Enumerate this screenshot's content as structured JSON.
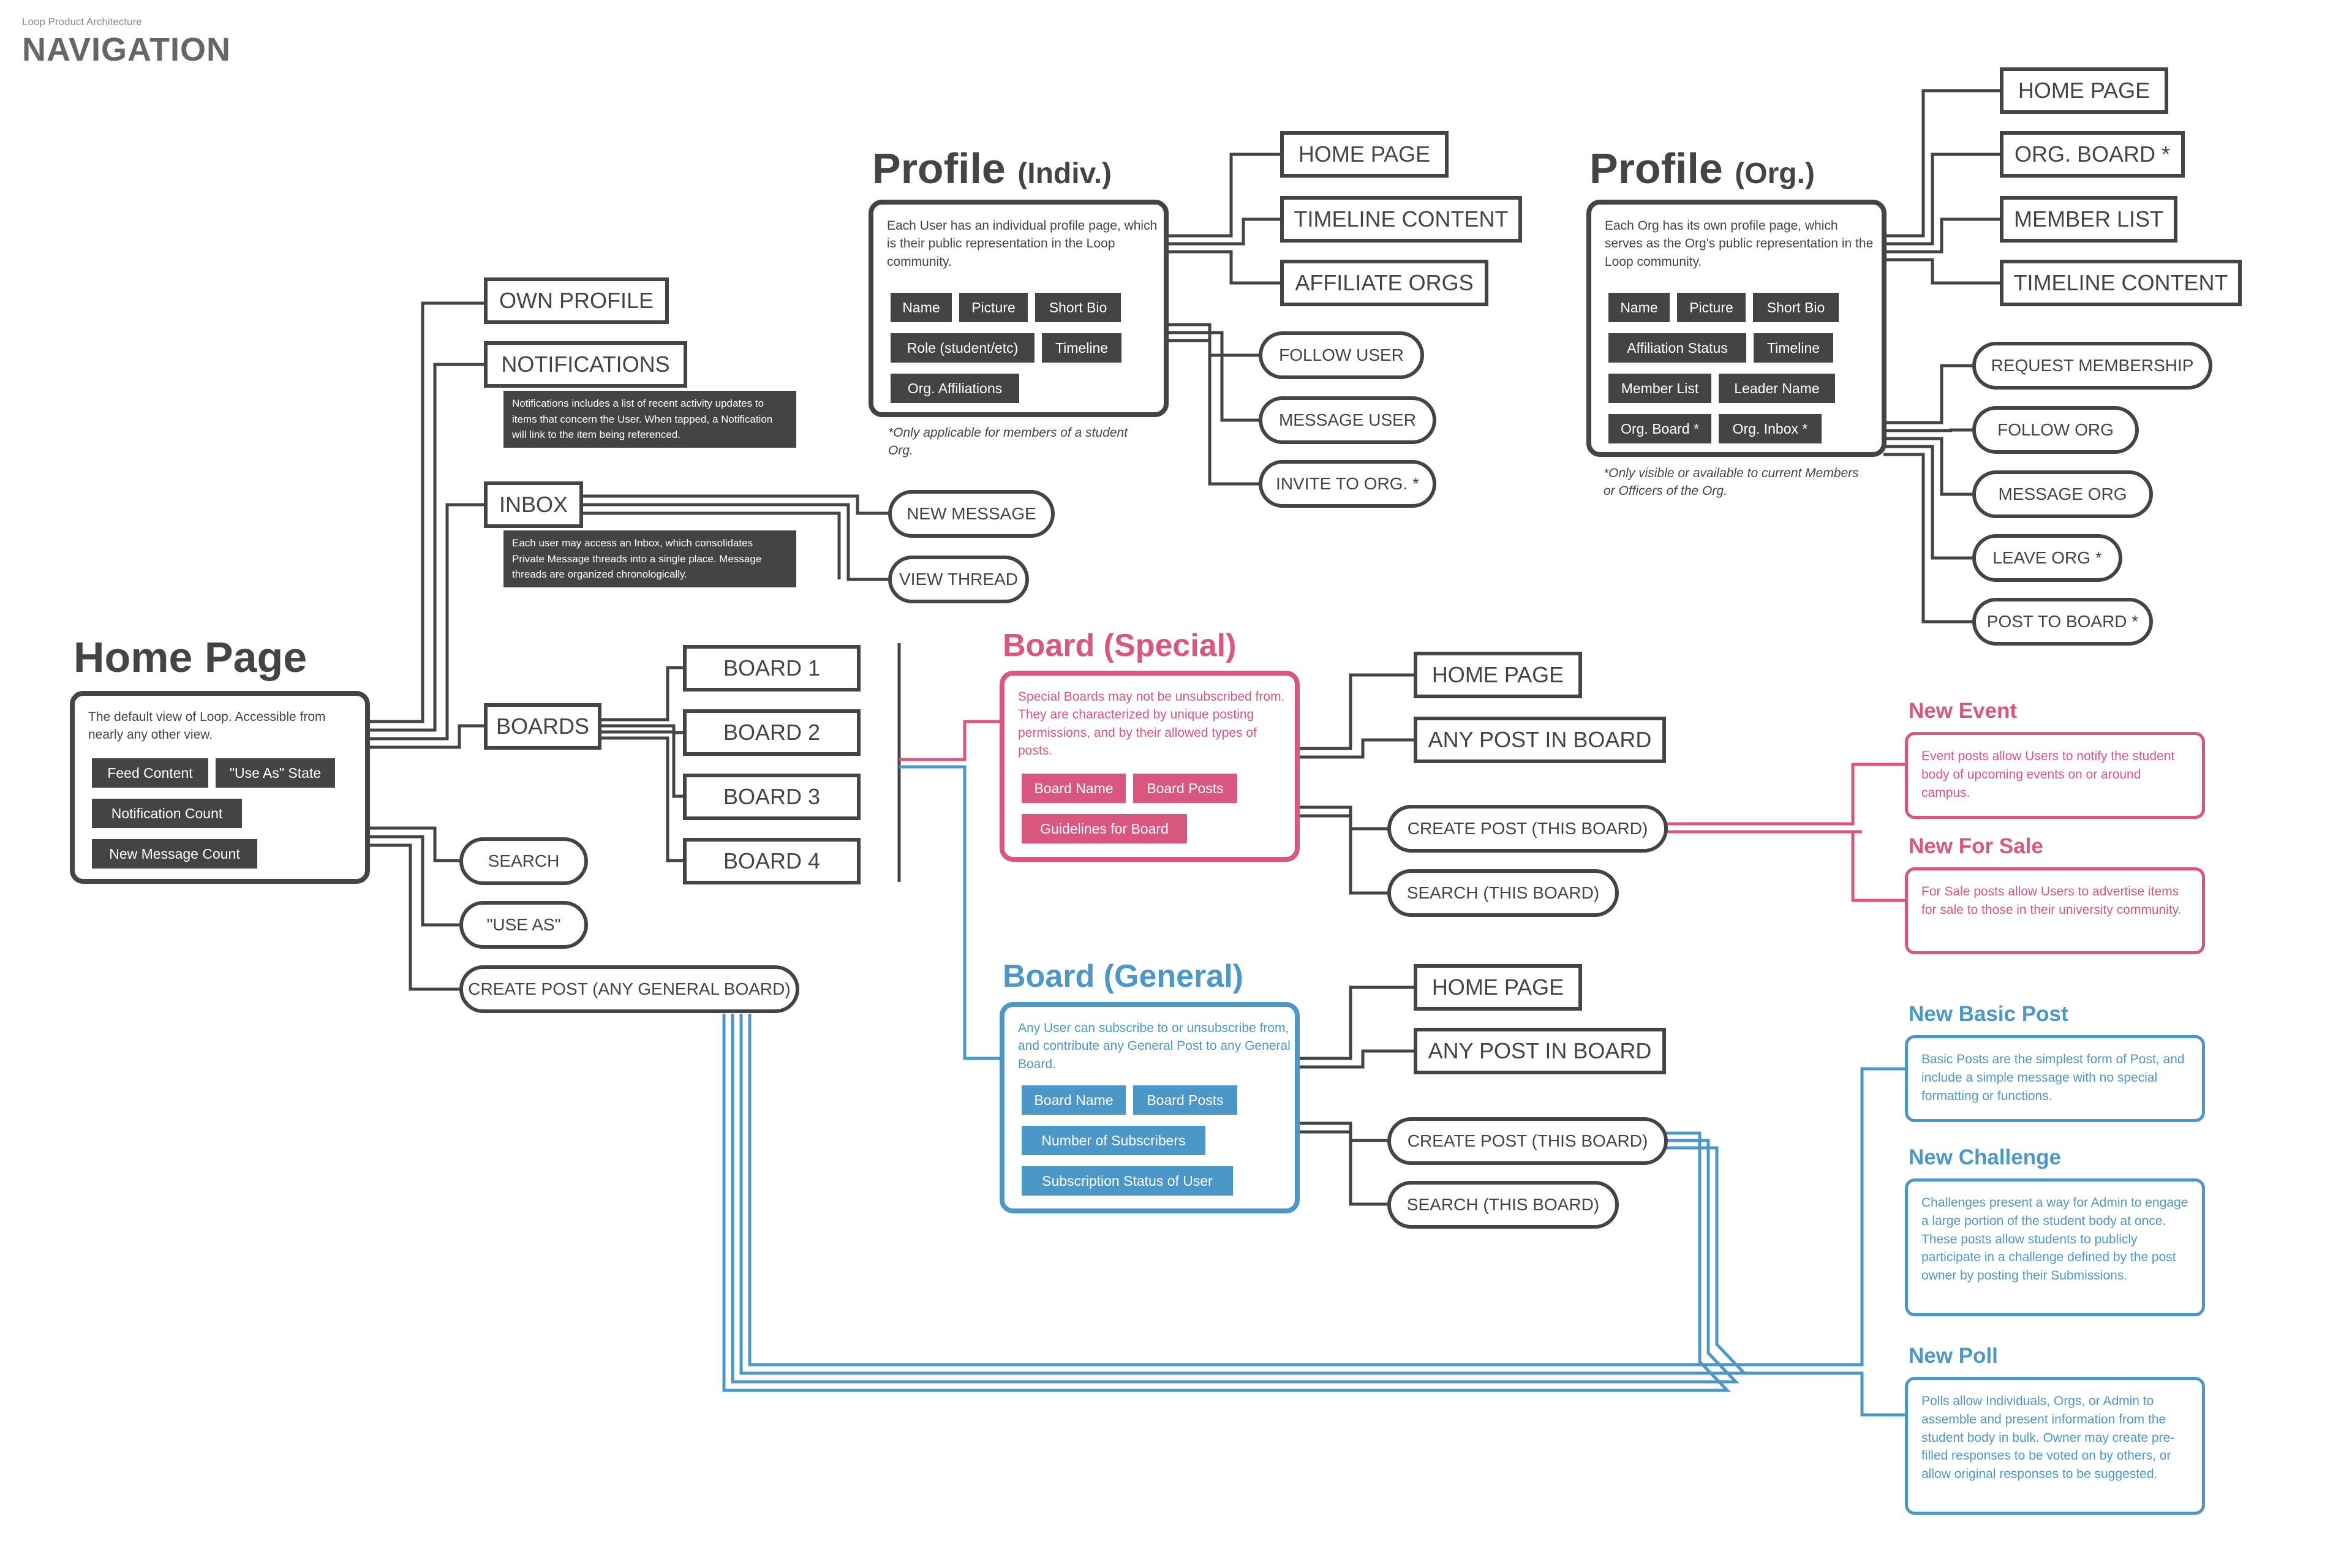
{
  "header": {
    "pre_title": "Loop Product Architecture",
    "title": "NAVIGATION"
  },
  "home": {
    "title": "Home Page",
    "desc": "The default view of Loop. Accessible from nearly any other view.",
    "attrs": [
      "Feed Content",
      "\"Use As\" State",
      "Notification Count",
      "New Message Count"
    ]
  },
  "home_links": {
    "own_profile": "OWN PROFILE",
    "notifications": "NOTIFICATIONS",
    "notifications_note": "Notifications includes a list of recent activity updates to items that concern the User. When tapped, a Notification will link to the item being referenced.",
    "inbox": "INBOX",
    "inbox_note": "Each user may access an Inbox, which consolidates Private Message threads into a single place. Message threads are organized chronologically.",
    "new_message": "NEW MESSAGE",
    "view_thread": "VIEW THREAD",
    "boards": "BOARDS",
    "board_items": [
      "BOARD 1",
      "BOARD 2",
      "BOARD 3",
      "BOARD 4"
    ],
    "search": "SEARCH",
    "use_as": "\"USE AS\"",
    "create_post": "CREATE POST (ANY GENERAL BOARD)"
  },
  "profile_indiv": {
    "title": "Profile",
    "subtitle": "(Indiv.)",
    "desc": "Each User has an individual profile page, which is their public representation in the Loop community.",
    "attrs": [
      "Name",
      "Picture",
      "Short Bio",
      "Role (student/etc)",
      "Timeline",
      "Org. Affiliations"
    ],
    "footnote": "*Only applicable for members of a student Org.",
    "links": [
      "HOME PAGE",
      "TIMELINE CONTENT",
      "AFFILIATE ORGS"
    ],
    "actions": [
      "FOLLOW USER",
      "MESSAGE USER",
      "INVITE TO ORG. *"
    ]
  },
  "profile_org": {
    "title": "Profile",
    "subtitle": "(Org.)",
    "desc": "Each Org has its own profile page, which serves as the Org's public representation in the Loop community.",
    "attrs": [
      "Name",
      "Picture",
      "Short Bio",
      "Affiliation Status",
      "Timeline",
      "Member List",
      "Leader Name",
      "Org. Board *",
      "Org. Inbox *"
    ],
    "footnote": "*Only visible or available to current Members or Officers of the Org.",
    "links": [
      "HOME PAGE",
      "ORG. BOARD *",
      "MEMBER LIST",
      "TIMELINE CONTENT"
    ],
    "actions": [
      "REQUEST MEMBERSHIP",
      "FOLLOW ORG",
      "MESSAGE ORG",
      "LEAVE ORG *",
      "POST TO BOARD *"
    ]
  },
  "board_special": {
    "title": "Board (Special)",
    "desc": "Special Boards may not be unsubscribed from. They are characterized by unique posting permissions, and by their allowed types of posts.",
    "attrs": [
      "Board Name",
      "Board Posts",
      "Guidelines for Board"
    ],
    "links": [
      "HOME PAGE",
      "ANY POST IN BOARD"
    ],
    "actions": [
      "CREATE POST (THIS BOARD)",
      "SEARCH (THIS BOARD)"
    ]
  },
  "board_general": {
    "title": "Board (General)",
    "desc": "Any User can subscribe to or unsubscribe from, and contribute any General Post to any General Board.",
    "attrs": [
      "Board Name",
      "Board Posts",
      "Number of Subscribers",
      "Subscription Status of User"
    ],
    "links": [
      "HOME PAGE",
      "ANY POST IN BOARD"
    ],
    "actions": [
      "CREATE POST (THIS BOARD)",
      "SEARCH (THIS BOARD)"
    ]
  },
  "post_types": {
    "new_event": {
      "title": "New Event",
      "desc": "Event posts allow Users to notify the student body of upcoming events on or around campus."
    },
    "new_for_sale": {
      "title": "New For Sale",
      "desc": "For Sale posts allow Users to advertise items for sale to those in their university community."
    },
    "new_basic_post": {
      "title": "New Basic Post",
      "desc": "Basic Posts are the simplest form of Post, and include a simple message with no special formatting or functions."
    },
    "new_challenge": {
      "title": "New Challenge",
      "desc": "Challenges present a way for Admin to engage a large portion of the student body at once. These posts allow students to publicly participate in a challenge defined by the post owner by posting their Submissions."
    },
    "new_poll": {
      "title": "New Poll",
      "desc": "Polls allow Individuals, Orgs, or Admin to assemble and present information from the student body in bulk. Owner may create pre-filled responses to be voted on by others, or allow original responses to be suggested."
    }
  },
  "colors": {
    "dark": "#444444",
    "special": "#d9577f",
    "general": "#4b97c8"
  }
}
